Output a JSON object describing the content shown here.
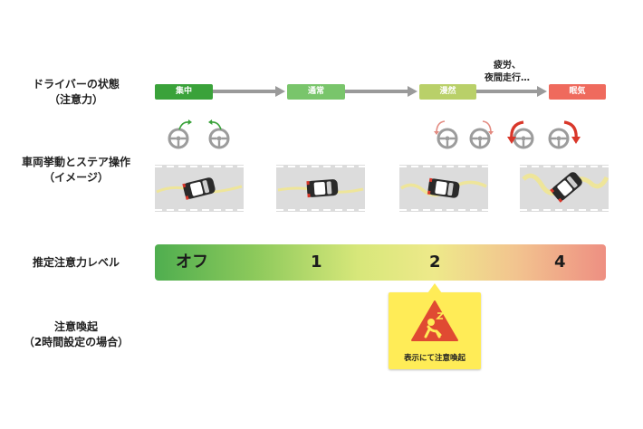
{
  "row_labels": {
    "driver_state": [
      "ドライバーの状態",
      "（注意力）"
    ],
    "vehicle": [
      "車両挙動とステア操作",
      "（イメージ）"
    ],
    "level": [
      "推定注意力レベル"
    ],
    "alert": [
      "注意喚起",
      "（2時間設定の場合）"
    ]
  },
  "stages": [
    {
      "label": "集中",
      "color": "#3aa23a"
    },
    {
      "label": "通常",
      "color": "#79c56b"
    },
    {
      "label": "漫然",
      "color": "#b9d069"
    },
    {
      "label": "眠気",
      "color": "#ef6a5d"
    }
  ],
  "fatigue_note": [
    "疲労、",
    "夜間走行…"
  ],
  "levels": [
    "オフ",
    "1",
    "2",
    "4"
  ],
  "alert_text": "表示にて注意喚起",
  "colors": {
    "arrow_gray": "#9a9a9a",
    "wheel_gray": "#9c9c9c",
    "green_arrow": "#3aa23a",
    "light_red_arrow": "#e38a80",
    "red_arrow": "#d9372a",
    "alert_yellow": "#ffec57",
    "warning_red": "#e04a32"
  }
}
